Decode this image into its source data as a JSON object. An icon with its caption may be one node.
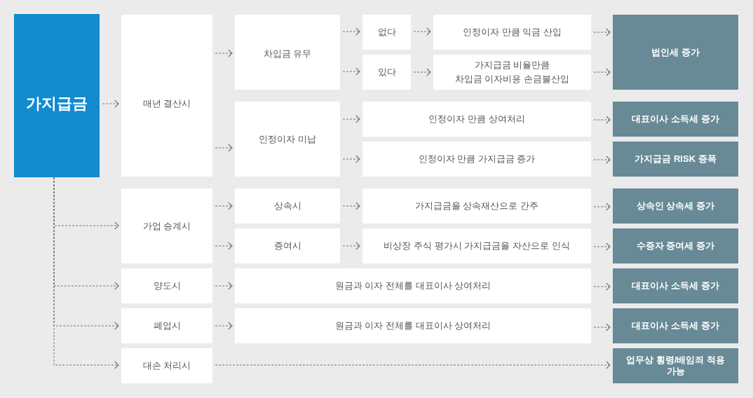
{
  "diagram": {
    "nodes": [
      {
        "text": [
          "가지급금"
        ]
      },
      {
        "text": [
          "매년 결산시"
        ]
      },
      {
        "text": [
          "차입금 유무"
        ]
      },
      {
        "text": [
          "인정이자 미납"
        ]
      },
      {
        "text": [
          "없다"
        ]
      },
      {
        "text": [
          "있다"
        ]
      },
      {
        "text": [
          "인정이자 만큼 익금 산입"
        ]
      },
      {
        "text": [
          "가지급금 비율만큼 차입금 이자비용 손금불산입"
        ]
      },
      {
        "text": [
          "법인세 증가"
        ]
      },
      {
        "text": [
          "인정이자 만큼 상여처리"
        ]
      },
      {
        "text": [
          "대표이사 소득세 증가"
        ]
      },
      {
        "text": [
          "인정이자 만큼 가지급금 증가"
        ]
      },
      {
        "text": [
          "가지급금 RISK 증폭"
        ]
      },
      {
        "text": [
          "가업 승계시"
        ]
      },
      {
        "text": [
          "상속시"
        ]
      },
      {
        "text": [
          "증여시"
        ]
      },
      {
        "text": [
          "가지급금을 상속재산으로 간주"
        ]
      },
      {
        "text": [
          "상속인 상속세 증가"
        ]
      },
      {
        "text": [
          "비상장 주식 평가시 가지급금을 자산으로 인식"
        ]
      },
      {
        "text": [
          "수증자 증여세 증가"
        ]
      },
      {
        "text": [
          "양도시"
        ]
      },
      {
        "text": [
          "원금과 이자 전체를 대표이사 상여처리"
        ]
      },
      {
        "text": [
          "대표이사 소득세 증가"
        ]
      },
      {
        "text": [
          "폐업시"
        ]
      },
      {
        "text": [
          "원금과 이자 전체를 대표이사 상여처리"
        ]
      },
      {
        "text": [
          "대표이사 소득세 증가"
        ]
      },
      {
        "text": [
          "대손 처리시"
        ]
      },
      {
        "text": [
          "업무상 횡령/배임죄 적용 가능"
        ]
      }
    ],
    "edges": [
      {
        "from": 0,
        "to": 1,
        "arrow": "to",
        "style": "dashed"
      },
      {
        "from": 1,
        "to": 2,
        "arrow": "to",
        "style": "dashed"
      },
      {
        "from": 1,
        "to": 3,
        "arrow": "to",
        "style": "dashed"
      },
      {
        "from": 2,
        "to": 4,
        "arrow": "to",
        "style": "dashed"
      },
      {
        "from": 2,
        "to": 5,
        "arrow": "to",
        "style": "dashed"
      },
      {
        "from": 4,
        "to": 6,
        "arrow": "to",
        "style": "dashed"
      },
      {
        "from": 5,
        "to": 7,
        "arrow": "to",
        "style": "dashed"
      },
      {
        "from": 6,
        "to": 8,
        "arrow": "to",
        "style": "dashed"
      },
      {
        "from": 7,
        "to": 8,
        "arrow": "to",
        "style": "dashed"
      },
      {
        "from": 3,
        "to": 9,
        "arrow": "to",
        "style": "dashed"
      },
      {
        "from": 3,
        "to": 11,
        "arrow": "to",
        "style": "dashed"
      },
      {
        "from": 9,
        "to": 10,
        "arrow": "to",
        "style": "dashed"
      },
      {
        "from": 11,
        "to": 12,
        "arrow": "to",
        "style": "dashed"
      },
      {
        "from": 0,
        "to": 13,
        "arrow": "to",
        "style": "dashed"
      },
      {
        "from": 0,
        "to": 20,
        "arrow": "to",
        "style": "dashed"
      },
      {
        "from": 0,
        "to": 23,
        "arrow": "to",
        "style": "dashed"
      },
      {
        "from": 0,
        "to": 26,
        "arrow": "to",
        "style": "dashed"
      },
      {
        "from": 13,
        "to": 14,
        "arrow": "to",
        "style": "dashed"
      },
      {
        "from": 13,
        "to": 15,
        "arrow": "to",
        "style": "dashed"
      },
      {
        "from": 14,
        "to": 16,
        "arrow": "to",
        "style": "dashed"
      },
      {
        "from": 15,
        "to": 18,
        "arrow": "to",
        "style": "dashed"
      },
      {
        "from": 16,
        "to": 17,
        "arrow": "to",
        "style": "dashed"
      },
      {
        "from": 18,
        "to": 19,
        "arrow": "to",
        "style": "dashed"
      },
      {
        "from": 20,
        "to": 21,
        "arrow": "to",
        "style": "dashed"
      },
      {
        "from": 21,
        "to": 22,
        "arrow": "to",
        "style": "dashed"
      },
      {
        "from": 23,
        "to": 24,
        "arrow": "to",
        "style": "dashed"
      },
      {
        "from": 24,
        "to": 25,
        "arrow": "to",
        "style": "dashed"
      },
      {
        "from": 26,
        "to": 27,
        "arrow": "to",
        "style": "dashed"
      }
    ]
  }
}
